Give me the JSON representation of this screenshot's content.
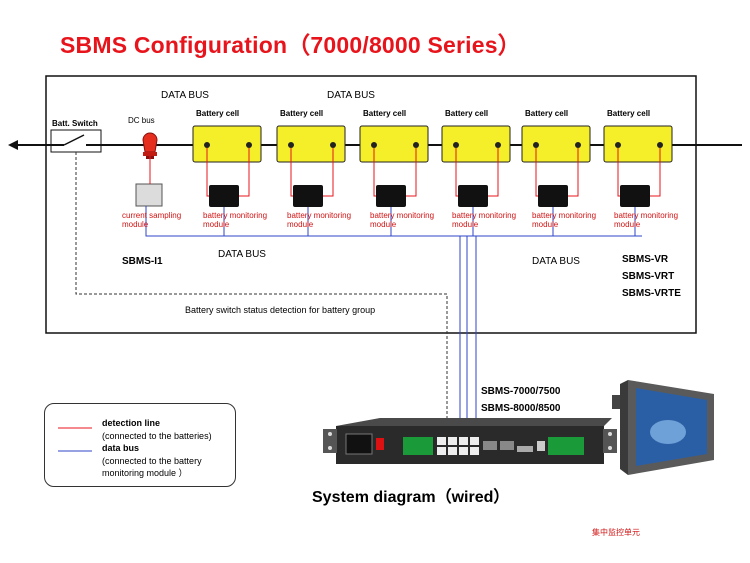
{
  "title": "SBMS Configuration（7000/8000 Series）",
  "data_bus_label": "DATA BUS",
  "data_bus_label_lower": "DATA  BUS",
  "batt_switch": "Batt. Switch",
  "dc_bus": "DC bus",
  "battery_cell_label": "Battery cell",
  "current_sampling_module": "current sampling module",
  "battery_monitoring_module": "battery monitoring module",
  "model_i1": "SBMS-I1",
  "models_right": [
    "SBMS-VR",
    "SBMS-VRT",
    "SBMS-VRTE"
  ],
  "switch_status_note": "Battery switch status detection for battery group",
  "controller_models": [
    "SBMS-7000/7500",
    "SBMS-8000/8500"
  ],
  "legend": {
    "detection_title": "detection  line",
    "detection_desc": "(connected to the batteries)",
    "databus_title": "data bus",
    "databus_desc": "(connected    to   the battery monitoring module  ）"
  },
  "system_caption": "System diagram（wired）",
  "chinese_label": "集中监控单元",
  "colors": {
    "title_red": "#e8141c",
    "detection_line": "#e8141c",
    "data_bus_line": "#2e46c8",
    "battery_fill": "#f5ef2a"
  }
}
